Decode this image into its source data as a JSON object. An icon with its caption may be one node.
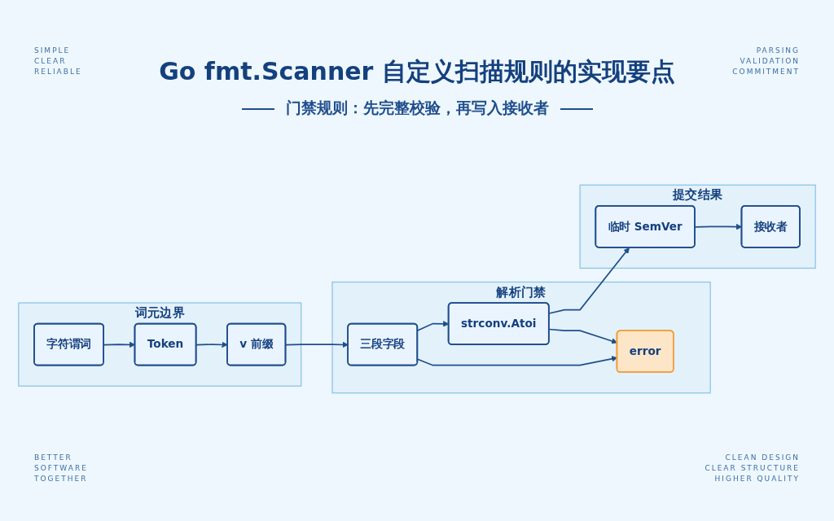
{
  "diagram": {
    "title": "Go fmt.Scanner 自定义扫描规则的实现要点",
    "caption": "门禁规则：先完整校验，再写入接收者",
    "nodes": [
      {
        "text": [
          "词元边界"
        ]
      },
      {
        "text": [
          "字符谓词"
        ],
        "in": 0
      },
      {
        "text": [
          "Token"
        ],
        "in": 0
      },
      {
        "text": [
          "v 前缀"
        ],
        "in": 0
      },
      {
        "text": [
          "解析门禁"
        ]
      },
      {
        "text": [
          "三段字段"
        ],
        "in": 4
      },
      {
        "text": [
          "strconv.Atoi"
        ],
        "in": 4
      },
      {
        "text": [
          "error"
        ],
        "in": 4
      },
      {
        "text": [
          "提交结果"
        ]
      },
      {
        "text": [
          "临时 SemVer"
        ],
        "in": 8
      },
      {
        "text": [
          "接收者"
        ],
        "in": 8
      }
    ],
    "edges": [
      {
        "from": 1,
        "to": 2,
        "arrow": "to"
      },
      {
        "from": 2,
        "to": 3,
        "arrow": "to"
      },
      {
        "from": 3,
        "to": 5,
        "arrow": "to"
      },
      {
        "from": 5,
        "to": 6,
        "arrow": "to"
      },
      {
        "from": 6,
        "to": 9,
        "arrow": "to"
      },
      {
        "from": 6,
        "to": 7,
        "arrow": "to"
      },
      {
        "from": 5,
        "to": 7,
        "arrow": "to"
      },
      {
        "from": 9,
        "to": 10,
        "arrow": "to"
      }
    ],
    "labels": [
      "SIMPLE",
      "CLEAR",
      "RELIABLE",
      "PARSING",
      "VALIDATION",
      "COMMITMENT",
      "BETTER",
      "SOFTWARE",
      "TOGETHER",
      "CLEAN DESIGN",
      "CLEAR STRUCTURE",
      "HIGHER QUALITY"
    ]
  }
}
